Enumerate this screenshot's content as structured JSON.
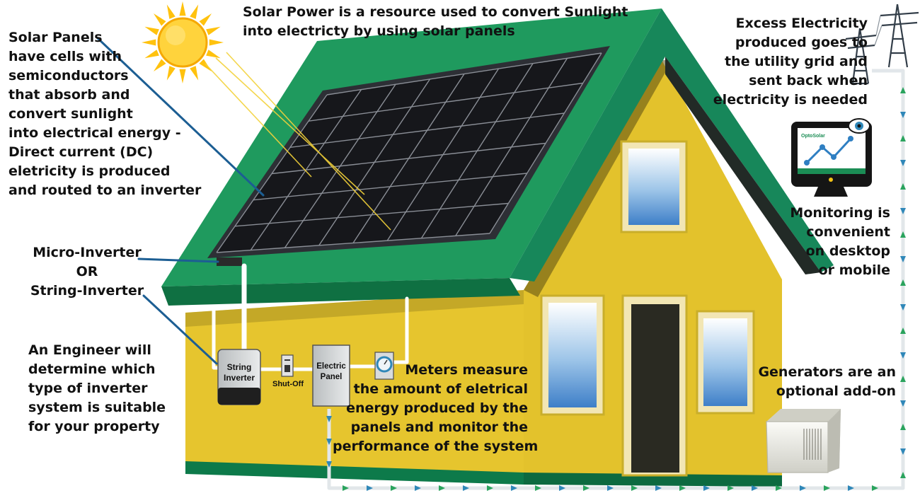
{
  "captions": {
    "solar_power": [
      "Solar Power is a resource used to convert Sunlight",
      "into electricty by using solar panels"
    ],
    "solar_panels": [
      "Solar Panels",
      "have cells with",
      "semiconductors",
      "that absorb and",
      "convert sunlight",
      "into electrical energy -",
      "Direct current (DC)",
      "eletricity is produced",
      "and routed to an inverter"
    ],
    "inverter_types": [
      "Micro-Inverter",
      "OR",
      "String-Inverter"
    ],
    "engineer": [
      "An Engineer will",
      "determine which",
      "type of inverter",
      "system is suitable",
      "for your property"
    ],
    "excess": [
      "Excess Electricity",
      "produced goes to",
      "the utility grid and",
      "sent back when",
      "electricity is needed"
    ],
    "monitoring": [
      "Monitoring is",
      "convenient",
      "on desktop",
      "or mobile"
    ],
    "generators": [
      "Generators are an",
      "optional add-on"
    ],
    "meters": [
      "Meters measure",
      "the amount of eletrical",
      "energy produced by the",
      "panels and monitor the",
      "performance of the system"
    ]
  },
  "components": {
    "string_inverter": [
      "String",
      "Inverter"
    ],
    "shut_off": "Shut-Off",
    "electric_panel": [
      "Electric",
      "Panel"
    ],
    "monitor_logo": "OptoSolar"
  },
  "colors": {
    "roof_green": "#1f9a5e",
    "wall_yellow": "#e3c22c",
    "panel_black": "#16171b",
    "door_dark": "#2a2a22",
    "sun": "#ffc20e",
    "arrow_green": "#2aa35d",
    "arrow_blue": "#2f87b8",
    "pointer_blue": "#1c5e93"
  }
}
